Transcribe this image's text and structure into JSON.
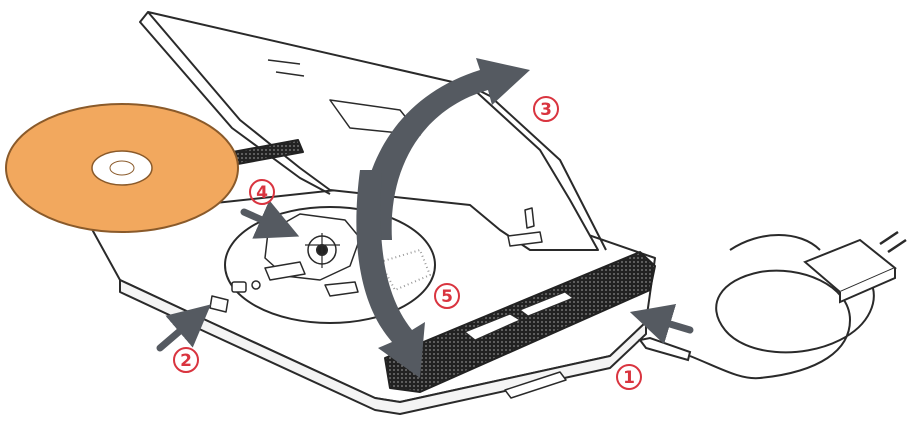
{
  "colors": {
    "line": "#2a2a2a",
    "disc": "#f2a85e",
    "disc_edge": "#8a5a2a",
    "arrow": "#555a61",
    "number": "#d9343f",
    "grille": "#222222"
  },
  "steps": [
    {
      "label": "1",
      "meaning": "power-connector-arrow"
    },
    {
      "label": "2",
      "meaning": "open-button-arrow"
    },
    {
      "label": "3",
      "meaning": "lid-open-arrow"
    },
    {
      "label": "4",
      "meaning": "disc-insert-arrow"
    },
    {
      "label": "5",
      "meaning": "lid-close-arrow"
    }
  ],
  "icons": {
    "disc": "disc-icon",
    "player": "dvd-player-icon",
    "adapter": "power-adapter-icon"
  }
}
